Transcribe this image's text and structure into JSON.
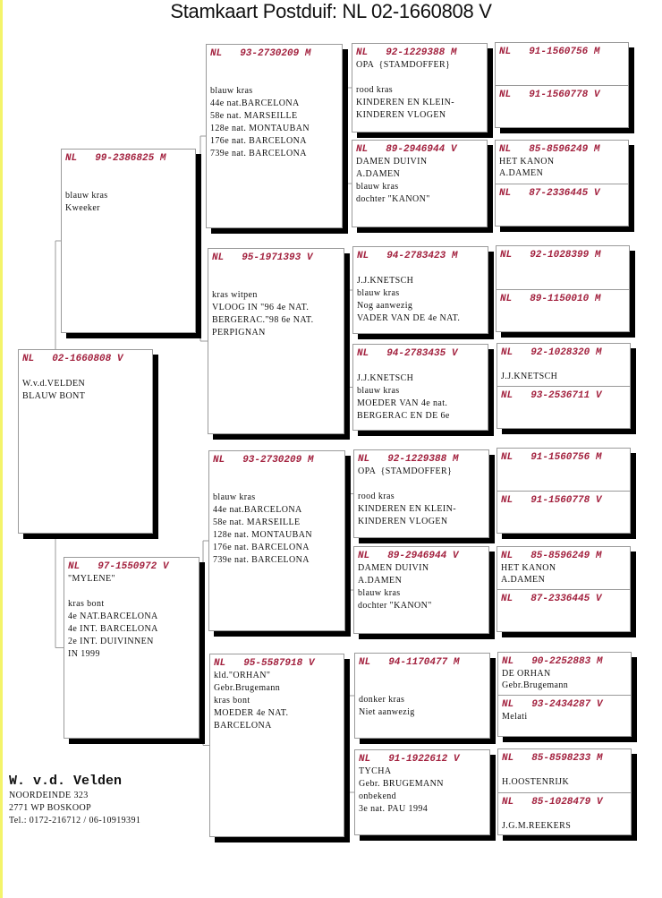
{
  "title": "Stamkaart Postduif: NL  02-1660808 V",
  "owner": {
    "name": "W. v.d. Velden",
    "address": "NOORDEINDE 323",
    "city": "2771 WP  BOSKOOP",
    "phone": "Tel.: 0172-216712 / 06-10919391"
  },
  "pedigree": {
    "gen0": [
      {
        "country": "NL",
        "ring": "02-1660808 V",
        "lines": [
          "",
          "W.v.d.VELDEN",
          "BLAUW BONT"
        ]
      }
    ],
    "gen1": [
      {
        "country": "NL",
        "ring": "99-2386825 M",
        "lines": [
          "",
          "",
          "blauw kras",
          "Kweeker"
        ]
      },
      {
        "country": "NL",
        "ring": "97-1550972 V",
        "lines": [
          "\"MYLENE\"",
          "",
          "kras bont",
          "4e NAT.BARCELONA",
          "4e INT. BARCELONA",
          "2e INT. DUIVINNEN",
          "IN 1999"
        ]
      }
    ],
    "gen2": [
      {
        "country": "NL",
        "ring": "93-2730209 M",
        "lines": [
          "",
          "",
          "blauw kras",
          "44e nat.BARCELONA",
          "58e nat. MARSEILLE",
          "128e nat. MONTAUBAN",
          "176e nat. BARCELONA",
          "739e nat. BARCELONA"
        ]
      },
      {
        "country": "NL",
        "ring": "95-1971393 V",
        "lines": [
          "",
          "",
          "kras witpen",
          "VLOOG IN \"96 4e NAT.",
          "BERGERAC.\"98 6e NAT.",
          "PERPIGNAN"
        ]
      },
      {
        "country": "NL",
        "ring": "93-2730209 M",
        "lines": [
          "",
          "",
          "blauw kras",
          "44e nat.BARCELONA",
          "58e nat. MARSEILLE",
          "128e nat. MONTAUBAN",
          "176e nat. BARCELONA",
          "739e nat. BARCELONA"
        ]
      },
      {
        "country": "NL",
        "ring": "95-5587918 V",
        "lines": [
          "kld.\"ORHAN\"",
          "Gebr.Brugemann",
          "kras bont",
          "MOEDER 4e NAT.",
          "BARCELONA"
        ]
      }
    ],
    "gen3": [
      {
        "country": "NL",
        "ring": "92-1229388 M",
        "lines": [
          "OPA  {STAMDOFFER}",
          "",
          "rood kras",
          "KINDEREN EN KLEIN-",
          "KINDEREN VLOGEN"
        ]
      },
      {
        "country": "NL",
        "ring": "89-2946944 V",
        "lines": [
          "DAMEN DUIVIN",
          "A.DAMEN",
          "blauw kras",
          "dochter \"KANON\""
        ]
      },
      {
        "country": "NL",
        "ring": "94-2783423 M",
        "lines": [
          "",
          "J.J.KNETSCH",
          "blauw kras",
          "Nog aanwezig",
          "VADER VAN DE 4e NAT."
        ]
      },
      {
        "country": "NL",
        "ring": "94-2783435 V",
        "lines": [
          "",
          "J.J.KNETSCH",
          "blauw kras",
          "MOEDER VAN 4e nat.",
          "BERGERAC EN DE 6e"
        ]
      },
      {
        "country": "NL",
        "ring": "92-1229388 M",
        "lines": [
          "OPA  {STAMDOFFER}",
          "",
          "rood kras",
          "KINDEREN EN KLEIN-",
          "KINDEREN VLOGEN"
        ]
      },
      {
        "country": "NL",
        "ring": "89-2946944 V",
        "lines": [
          "DAMEN DUIVIN",
          "A.DAMEN",
          "blauw kras",
          "dochter \"KANON\""
        ]
      },
      {
        "country": "NL",
        "ring": "94-1170477 M",
        "lines": [
          "",
          "",
          "donker kras",
          "Niet aanwezig"
        ]
      },
      {
        "country": "NL",
        "ring": "91-1922612 V",
        "lines": [
          "TYCHA",
          "Gebr. BRUGEMANN",
          "onbekend",
          "3e nat. PAU 1994"
        ]
      }
    ],
    "gen4": [
      {
        "country": "NL",
        "ring": "91-1560756 M",
        "lines": []
      },
      {
        "country": "NL",
        "ring": "91-1560778 V",
        "lines": []
      },
      {
        "country": "NL",
        "ring": "85-8596249 M",
        "lines": [
          "HET KANON",
          "A.DAMEN"
        ]
      },
      {
        "country": "NL",
        "ring": "87-2336445 V",
        "lines": []
      },
      {
        "country": "NL",
        "ring": "92-1028399 M",
        "lines": []
      },
      {
        "country": "NL",
        "ring": "89-1150010 M",
        "lines": []
      },
      {
        "country": "NL",
        "ring": "92-1028320 M",
        "lines": [
          "",
          "J.J.KNETSCH"
        ]
      },
      {
        "country": "NL",
        "ring": "93-2536711 V",
        "lines": []
      },
      {
        "country": "NL",
        "ring": "91-1560756 M",
        "lines": []
      },
      {
        "country": "NL",
        "ring": "91-1560778 V",
        "lines": []
      },
      {
        "country": "NL",
        "ring": "85-8596249 M",
        "lines": [
          "HET KANON",
          "A.DAMEN"
        ]
      },
      {
        "country": "NL",
        "ring": "87-2336445 V",
        "lines": []
      },
      {
        "country": "NL",
        "ring": "90-2252883 M",
        "lines": [
          "DE ORHAN",
          "Gebr.Brugemann"
        ]
      },
      {
        "country": "NL",
        "ring": "93-2434287 V",
        "lines": [
          "Melati"
        ]
      },
      {
        "country": "NL",
        "ring": "85-8598233 M",
        "lines": [
          "",
          "H.OOSTENRIJK"
        ]
      },
      {
        "country": "NL",
        "ring": "85-1028479 V",
        "lines": [
          "",
          "J.G.M.REEKERS"
        ]
      }
    ]
  }
}
